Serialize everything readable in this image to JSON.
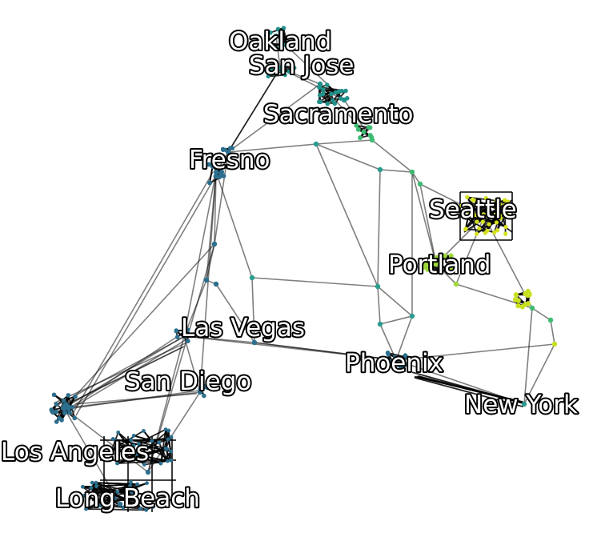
{
  "palette": {
    "bay": "#21918c",
    "south": "#2c6f8e",
    "sacramento_green": "#3fbc73",
    "portland": "#a0da39",
    "seattle": "#d5e21a",
    "east": "#c8e020",
    "mid": "#2a9d8f"
  },
  "labels": {
    "oakland": "Oakland",
    "san_jose": "San Jose",
    "sacramento": "Sacramento",
    "fresno": "Fresno",
    "seattle": "Seattle",
    "portland": "Portland",
    "las_vegas": "Las Vegas",
    "phoenix": "Phoenix",
    "san_diego": "San Diego",
    "new_york": "New York",
    "los_angeles": "Los Angeles",
    "long_beach": "Long Beach"
  }
}
